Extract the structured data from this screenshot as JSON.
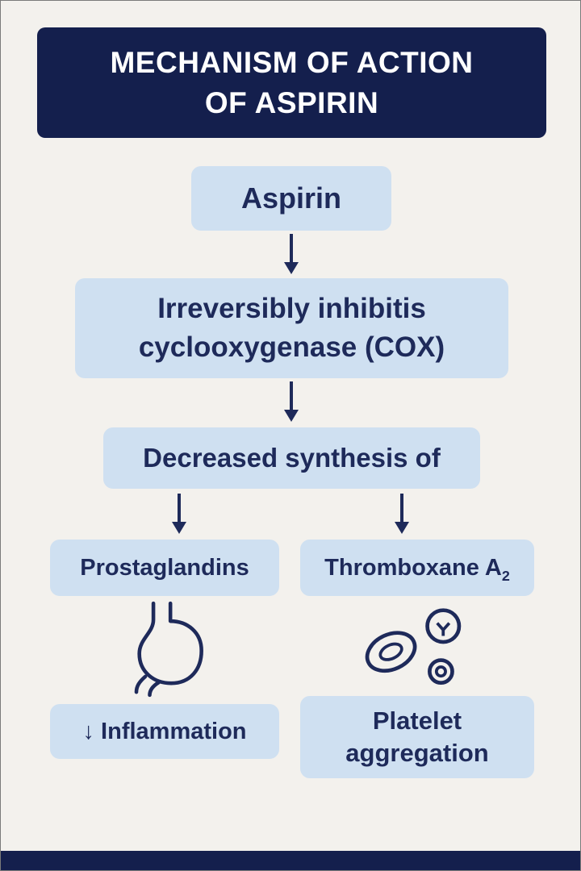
{
  "palette": {
    "background": "#f3f1ed",
    "header_bg": "#141f4d",
    "box_bg": "#cfe0f1",
    "text_navy": "#1e2a5a",
    "header_text": "#ffffff"
  },
  "header": {
    "line1": "MECHANISM OF ACTION",
    "line2": "OF ASPIRIN"
  },
  "flow": {
    "aspirin": "Aspirin",
    "inhibits_line1": "Irreversibly inhibitis",
    "inhibits_line2": "cyclooxygenase (COX)",
    "decreased": "Decreased synthesis of",
    "prostaglandins": "Prostaglandins",
    "thromboxane_base": "Thromboxane A",
    "thromboxane_sub": "2",
    "inflammation": "↓ Inflammation",
    "platelet_line1": "Platelet",
    "platelet_line2": "aggregation"
  },
  "icons": {
    "stomach": "stomach-icon",
    "blood_cells": "blood-cells-icon",
    "arrow": "arrow-down-icon"
  }
}
